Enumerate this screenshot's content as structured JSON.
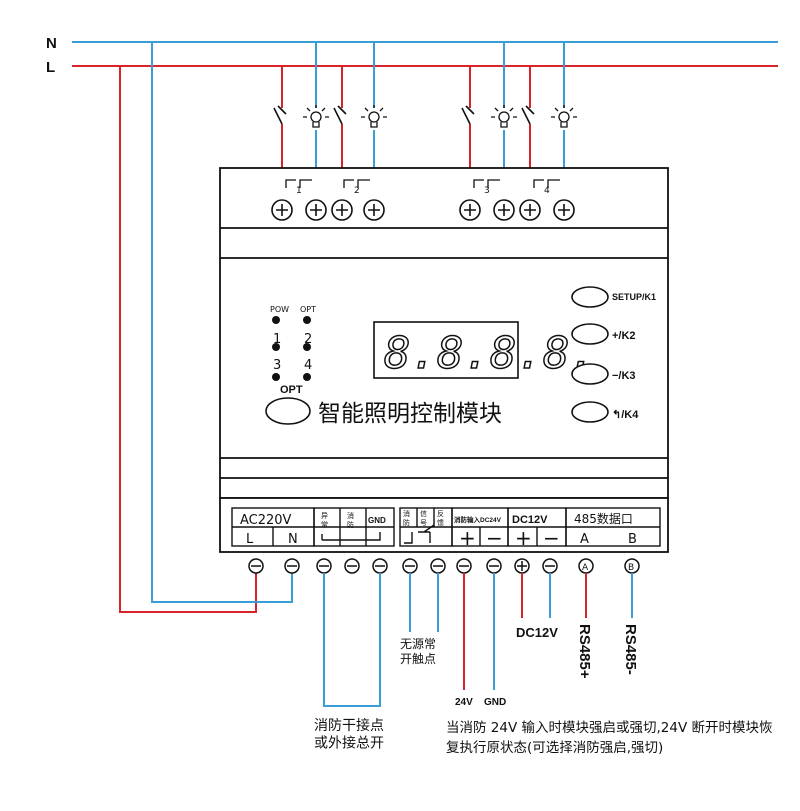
{
  "lines": {
    "n": "N",
    "l": "L"
  },
  "colors": {
    "neutral": "#3b9dd6",
    "live": "#d8232a",
    "black": "#111111"
  },
  "channels": [
    "1",
    "2",
    "3",
    "4"
  ],
  "module": {
    "title": "智能照明控制模块",
    "led_pow": "POW",
    "led_opt": "OPT",
    "led_nums": [
      "1",
      "2",
      "3",
      "4"
    ],
    "opt_button": "OPT",
    "display": "8.8.8.8.",
    "buttons": [
      "SETUP/K1",
      "+/K2",
      "−/K3",
      "↰/K4"
    ]
  },
  "terminals": {
    "ac": "AC220V",
    "l": "L",
    "n": "N",
    "sw1": "异\n常",
    "sw2": "消\n防",
    "gnd": "GND",
    "fb_a": "消\n防",
    "fb_b": "信\n号",
    "fb_c": "反\n馈",
    "fire24": "消防输入DC24V",
    "dc12": "DC12V",
    "rs485": "485数据口",
    "a": "A",
    "b": "B",
    "plus": "+",
    "minus": "−"
  },
  "labels": {
    "no_contact": "无源常\n开触点",
    "v24": "24V",
    "gnd": "GND",
    "dc12v": "DC12V",
    "rs485p": "RS485+",
    "rs485m": "RS485-",
    "fire_contact": "消防干接点\n或外接总开",
    "note": "当消防 24V 输入时模块强启或强切,24V 断开时模块恢复执行原状态(可选择消防强启,强切)"
  }
}
